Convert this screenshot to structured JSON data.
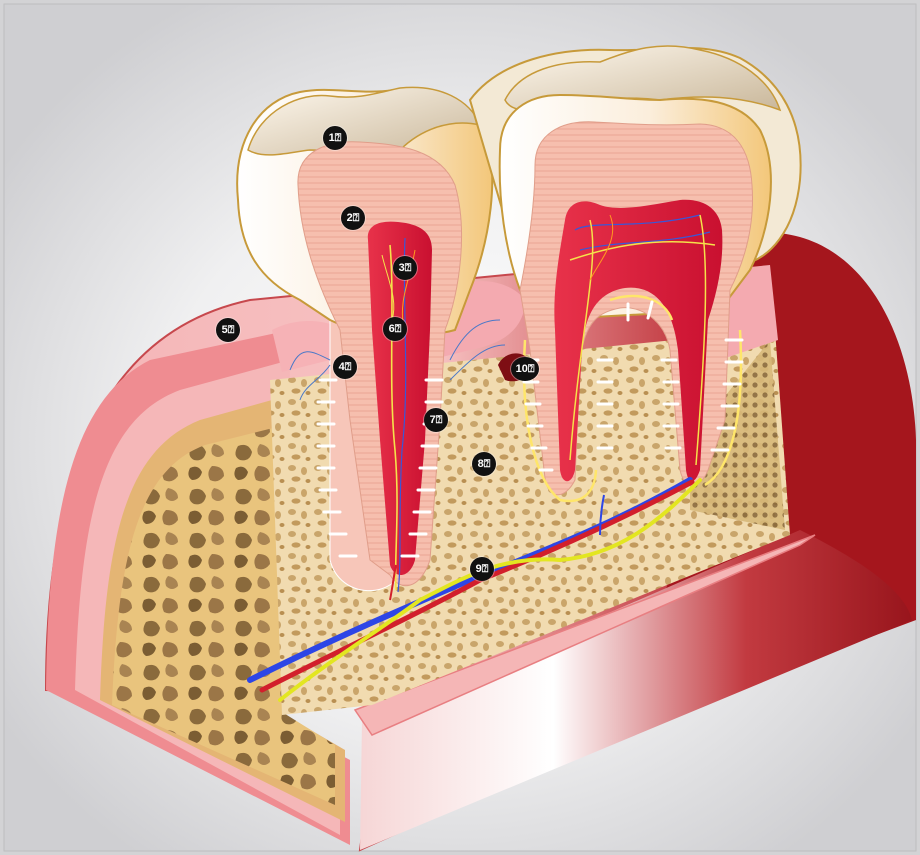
{
  "diagram": {
    "markers": [
      {
        "label": "1⍰",
        "part": "enamel"
      },
      {
        "label": "2⍰",
        "part": "dentin"
      },
      {
        "label": "3⍰",
        "part": "pulp"
      },
      {
        "label": "4⍰",
        "part": "cementum"
      },
      {
        "label": "5⍰",
        "part": "gingiva"
      },
      {
        "label": "6⍰",
        "part": "root-canal"
      },
      {
        "label": "7⍰",
        "part": "periodontal-ligament"
      },
      {
        "label": "8⍰",
        "part": "alveolar-bone"
      },
      {
        "label": "9⍰",
        "part": "blood-vessels-and-nerves"
      },
      {
        "label": "10⍰",
        "part": "gingival-sulcus"
      }
    ]
  },
  "colors": {
    "background": "#d3d3d5",
    "gum": "#f0a0a4",
    "gum_dark": "#a5161d",
    "enamel": "#fbf1e2",
    "dentin": "#f6bfae",
    "pulp": "#dc1e3c",
    "bone": "#e8c787",
    "artery": "#d21f2c",
    "vein": "#2d46e6",
    "nerve": "#e3e621"
  }
}
